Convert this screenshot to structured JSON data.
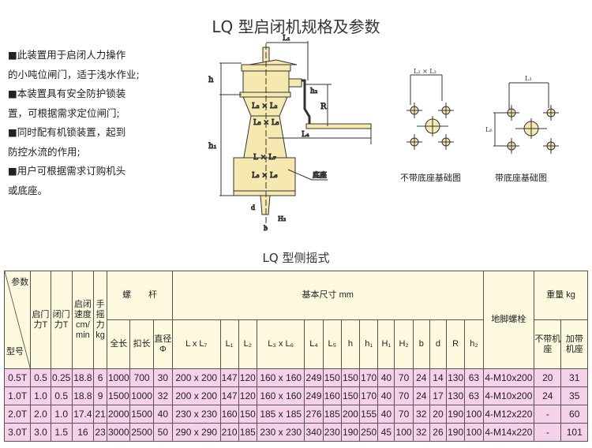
{
  "title": "LQ 型启闭机规格及参数",
  "intro": [
    "■此装置用于启闭人力操作",
    "的小吨位闸门，适于浅水作业;",
    "■本装置具有安全防护锁装",
    "置，可根据需求定位闸门;",
    "■同时配有机锁装置，起到",
    "防控水流的作用;",
    "■用户可根据需求订购机头",
    "或底座。"
  ],
  "diagram": {
    "labels": {
      "L1": "L₁",
      "h": "h",
      "h1": "h₁",
      "h2": "h₂",
      "R": "R",
      "L4": "L₄",
      "L2xL2": "L₂ × L₂",
      "L5xL5": "L₅ × L₅",
      "LxL7": "L × L₇",
      "L3xL6": "L₃ × L₆",
      "base": "底座",
      "d": "d",
      "b": "b",
      "H2": "H₂"
    }
  },
  "foundation": {
    "no_base": {
      "caption": "不带底座基础图",
      "dim": "L₂ × L₂"
    },
    "with_base": {
      "caption": "带底座基础图",
      "dim_h": "L₃",
      "dim_v": "L₆"
    }
  },
  "subtitle": "LQ 型侧摇式",
  "colors": {
    "header_bg": "#fcf9df",
    "row_bg": "#f5d2ea",
    "body_fill": "#f5e9b0"
  },
  "table": {
    "corner": {
      "param": "参数",
      "model": "型号"
    },
    "headers": {
      "open_force": "启门力T",
      "close_force": "闭门力T",
      "speed": "启闭速度cm/min",
      "hand_force": "手摇力kg",
      "screw": "螺　　杆",
      "screw_total": "全长",
      "screw_thread": "扣长",
      "screw_dia": "直径Φ",
      "basic": "基本尺寸 mm",
      "LxL7": "L x L₇",
      "L1": "L₁",
      "L2": "L₂",
      "L3xL6": "L₃ x L₆",
      "L4": "L₄",
      "L5": "L₅",
      "h": "h",
      "h1": "h₁",
      "H1": "H₁",
      "H2": "H₂",
      "b": "b",
      "d": "d",
      "R": "R",
      "h2": "h₂",
      "anchor": "地脚螺栓",
      "weight": "重量 kg",
      "w_no_base": "不带机座",
      "w_with_base": "加带机座"
    },
    "rows": [
      [
        "0.5T",
        "0.5",
        "0.25",
        "18.8",
        "6",
        "1000",
        "700",
        "30",
        "200 x 200",
        "147",
        "120",
        "160 x 160",
        "249",
        "150",
        "150",
        "170",
        "40",
        "70",
        "24",
        "14",
        "130",
        "63",
        "4-M10x200",
        "20",
        "31"
      ],
      [
        "1.0T",
        "1.0",
        "0.5",
        "18.8",
        "9",
        "1500",
        "1000",
        "32",
        "200 x 200",
        "147",
        "120",
        "160 x 160",
        "249",
        "160",
        "150",
        "170",
        "40",
        "70",
        "24",
        "17",
        "130",
        "63",
        "4-M10x200",
        "24",
        "35"
      ],
      [
        "2.0T",
        "2.0",
        "1.0",
        "17.4",
        "21",
        "2000",
        "1500",
        "40",
        "230 x 230",
        "160",
        "150",
        "185 x 185",
        "276",
        "185",
        "200",
        "155",
        "40",
        "70",
        "32",
        "20",
        "190",
        "100",
        "4-M12x220",
        "-",
        "60"
      ],
      [
        "3.0T",
        "3.0",
        "1.5",
        "16",
        "23",
        "3000",
        "2500",
        "50",
        "290 x 290",
        "210",
        "185",
        "230 x 230",
        "340",
        "230",
        "190",
        "250",
        "45",
        "100",
        "32",
        "26",
        "190",
        "100",
        "4-M14x220",
        "-",
        "101"
      ]
    ]
  }
}
